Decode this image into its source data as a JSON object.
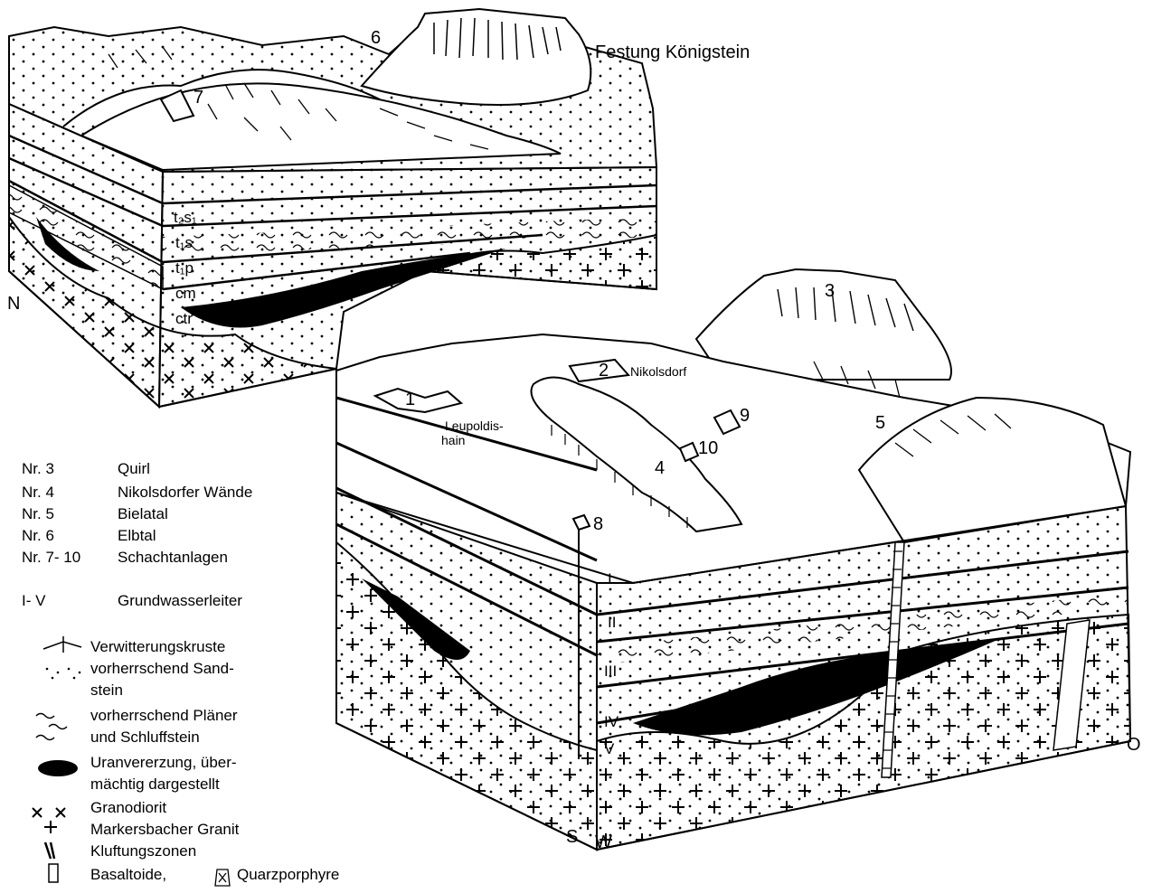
{
  "block1": {
    "orientation": "N",
    "strata": [
      "t₂s₁",
      "t₁s",
      "t₁p",
      "cm",
      "ctr"
    ],
    "site_labels": [
      "6",
      "7"
    ],
    "place": "Festung Königstein"
  },
  "block2": {
    "orientations": [
      "O",
      "S",
      "W"
    ],
    "aquifers": [
      "I",
      "II",
      "III",
      "IV",
      "V"
    ],
    "site_labels": [
      "1",
      "2",
      "3",
      "4",
      "5",
      "8",
      "9",
      "10"
    ],
    "places": [
      "Nikolsdorf",
      "Leupoldis-",
      "hain"
    ]
  },
  "legend": {
    "numbered": [
      {
        "nr": "Nr. 3",
        "name": "Quirl"
      },
      {
        "nr": "Nr. 4",
        "name": "Nikolsdorfer Wände"
      },
      {
        "nr": "Nr. 5",
        "name": "Bielatal"
      },
      {
        "nr": "Nr. 6",
        "name": "Elbtal"
      },
      {
        "nr": "Nr. 7- 10",
        "name": "Schachtanlagen"
      }
    ],
    "aquifer": {
      "code": "I- V",
      "name": "Grundwasserleiter"
    },
    "symbols": {
      "weathering": "Verwitterungskruste",
      "sandstone_1": "vorherrschend Sand-",
      "sandstone_2": "stein",
      "planer_1": "vorherrschend Pläner",
      "planer_2": "und Schluffstein",
      "uranium_1": "Uranvererzung, über-",
      "uranium_2": "mächtig dargestellt",
      "granodiorite": "Granodiorit",
      "granite": "Markersbacher Granit",
      "fracture": "Kluftungszonen",
      "basalt": "Basaltoide,",
      "porphyry": "Quarzporphyre"
    }
  }
}
